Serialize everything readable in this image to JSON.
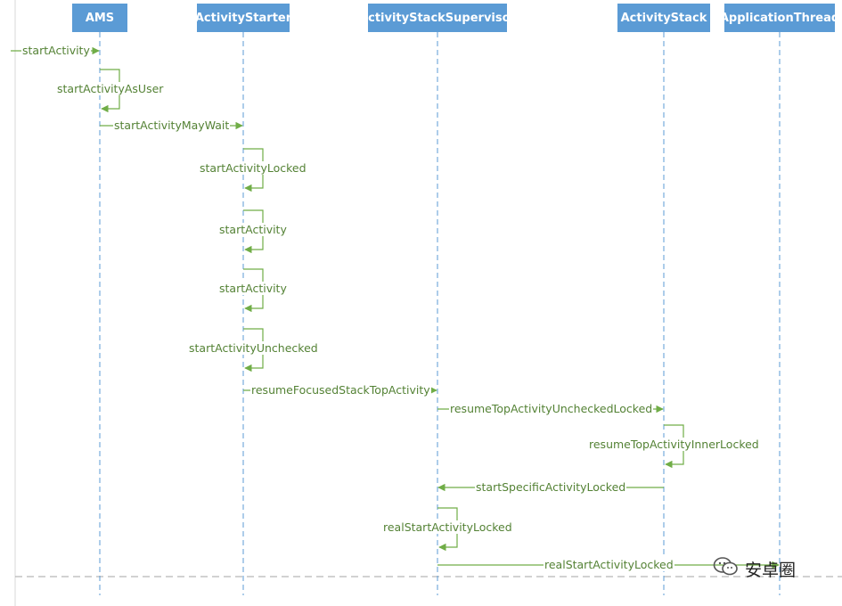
{
  "diagram": {
    "type": "sequence",
    "actors": [
      {
        "id": "ams",
        "label": "AMS"
      },
      {
        "id": "starter",
        "label": "ActivityStarter"
      },
      {
        "id": "supervisor",
        "label": "ActivityStackSupervisor"
      },
      {
        "id": "stack",
        "label": "ActivityStack"
      },
      {
        "id": "appthread",
        "label": "ApplicationThread"
      }
    ],
    "messages": [
      {
        "from": "external",
        "to": "ams",
        "label": "startActivity"
      },
      {
        "from": "ams",
        "to": "ams",
        "label": "startActivityAsUser"
      },
      {
        "from": "ams",
        "to": "starter",
        "label": "startActivityMayWait"
      },
      {
        "from": "starter",
        "to": "starter",
        "label": "startActivityLocked"
      },
      {
        "from": "starter",
        "to": "starter",
        "label": "startActivity"
      },
      {
        "from": "starter",
        "to": "starter",
        "label": "startActivity"
      },
      {
        "from": "starter",
        "to": "starter",
        "label": "startActivityUnchecked"
      },
      {
        "from": "starter",
        "to": "supervisor",
        "label": "resumeFocusedStackTopActivity"
      },
      {
        "from": "supervisor",
        "to": "stack",
        "label": "resumeTopActivityUncheckedLocked"
      },
      {
        "from": "stack",
        "to": "stack",
        "label": "resumeTopActivityInnerLocked"
      },
      {
        "from": "stack",
        "to": "supervisor",
        "label": "startSpecificActivityLocked"
      },
      {
        "from": "supervisor",
        "to": "supervisor",
        "label": "realStartActivityLocked"
      },
      {
        "from": "supervisor",
        "to": "appthread",
        "label": "realStartActivityLocked"
      }
    ],
    "colors": {
      "actor_fill": "#5b9bd5",
      "actor_text": "#ffffff",
      "arrow": "#70ad47",
      "label": "#548235",
      "lifeline": "#5b9bd5"
    }
  },
  "watermark": {
    "icon": "wechat-icon",
    "text": "安卓圈"
  }
}
